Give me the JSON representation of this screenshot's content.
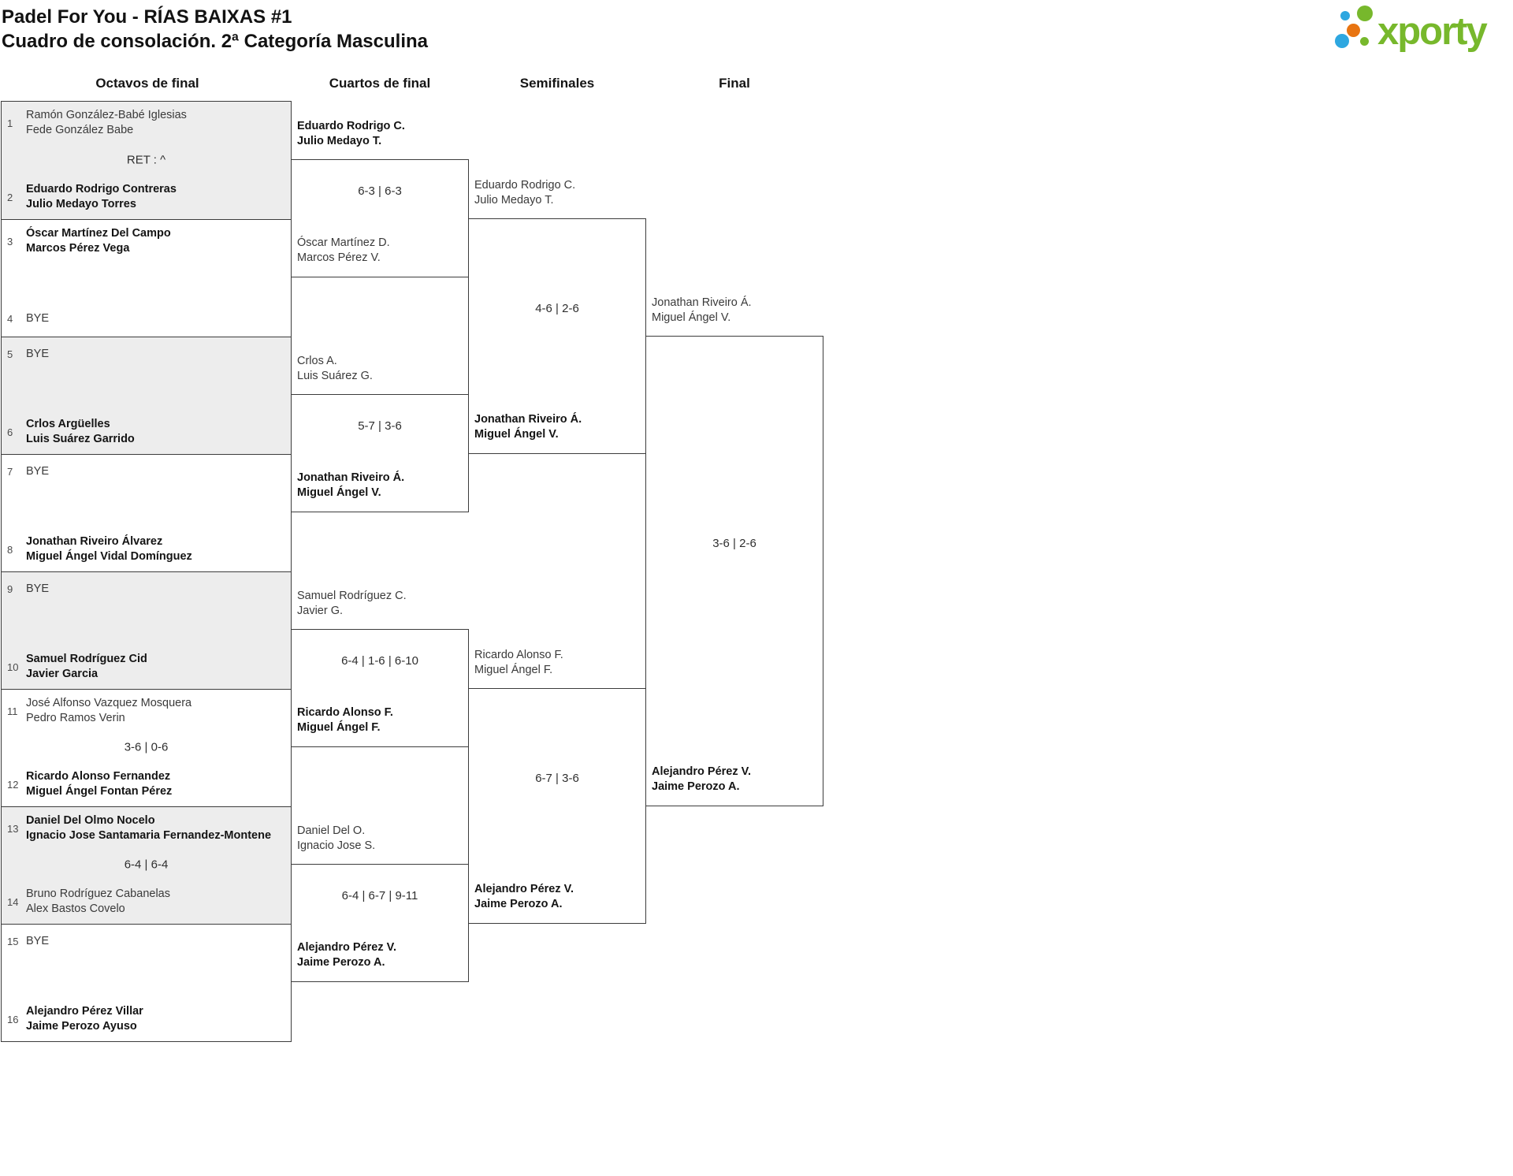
{
  "header": {
    "title_line1": "Padel For You - RÍAS BAIXAS #1",
    "title_line2": "Cuadro de consolación. 2ª Categoría Masculina",
    "logo_text": "xporty"
  },
  "brand_colors": {
    "logo_green": "#77b82c",
    "logo_blue": "#2ea7e0",
    "logo_orange": "#e87411",
    "box_shade": "#ededed",
    "border": "#3c3c3c"
  },
  "logo_icon": "dot-cluster",
  "columns": [
    "Octavos de final",
    "Cuartos de final",
    "Semifinales",
    "Final"
  ],
  "round16": [
    {
      "shaded": true,
      "score": "RET : ^",
      "slots": [
        {
          "seed": "1",
          "winner": false,
          "bye": false,
          "lines": [
            "Ramón González-Babé Iglesias",
            "Fede González Babe"
          ]
        },
        {
          "seed": "2",
          "winner": true,
          "bye": false,
          "lines": [
            "Eduardo Rodrigo Contreras",
            "Julio Medayo Torres"
          ]
        }
      ]
    },
    {
      "shaded": false,
      "score": "",
      "slots": [
        {
          "seed": "3",
          "winner": true,
          "bye": false,
          "lines": [
            "Óscar Martínez Del Campo",
            "Marcos Pérez Vega"
          ]
        },
        {
          "seed": "4",
          "winner": false,
          "bye": true,
          "lines": [
            "BYE"
          ]
        }
      ]
    },
    {
      "shaded": true,
      "score": "",
      "slots": [
        {
          "seed": "5",
          "winner": false,
          "bye": true,
          "lines": [
            "BYE"
          ]
        },
        {
          "seed": "6",
          "winner": true,
          "bye": false,
          "lines": [
            "Crlos Argüelles",
            "Luis Suárez Garrido"
          ]
        }
      ]
    },
    {
      "shaded": false,
      "score": "",
      "slots": [
        {
          "seed": "7",
          "winner": false,
          "bye": true,
          "lines": [
            "BYE"
          ]
        },
        {
          "seed": "8",
          "winner": true,
          "bye": false,
          "lines": [
            "Jonathan Riveiro Álvarez",
            "Miguel Ángel Vidal Domínguez"
          ]
        }
      ]
    },
    {
      "shaded": true,
      "score": "",
      "slots": [
        {
          "seed": "9",
          "winner": false,
          "bye": true,
          "lines": [
            "BYE"
          ]
        },
        {
          "seed": "10",
          "winner": true,
          "bye": false,
          "lines": [
            "Samuel Rodríguez Cid",
            "Javier Garcia"
          ]
        }
      ]
    },
    {
      "shaded": false,
      "score": "3-6 | 0-6",
      "slots": [
        {
          "seed": "11",
          "winner": false,
          "bye": false,
          "lines": [
            "José Alfonso Vazquez Mosquera",
            "Pedro Ramos Verin"
          ]
        },
        {
          "seed": "12",
          "winner": true,
          "bye": false,
          "lines": [
            "Ricardo Alonso Fernandez",
            "Miguel Ángel Fontan Pérez"
          ]
        }
      ]
    },
    {
      "shaded": true,
      "score": "6-4 | 6-4",
      "slots": [
        {
          "seed": "13",
          "winner": true,
          "bye": false,
          "lines": [
            "Daniel Del Olmo Nocelo",
            "Ignacio Jose Santamaria Fernandez-Montene"
          ]
        },
        {
          "seed": "14",
          "winner": false,
          "bye": false,
          "lines": [
            "Bruno Rodríguez Cabanelas",
            "Alex Bastos Covelo"
          ]
        }
      ]
    },
    {
      "shaded": false,
      "score": "",
      "slots": [
        {
          "seed": "15",
          "winner": false,
          "bye": true,
          "lines": [
            "BYE"
          ]
        },
        {
          "seed": "16",
          "winner": true,
          "bye": false,
          "lines": [
            "Alejandro Pérez Villar",
            "Jaime Perozo Ayuso"
          ]
        }
      ]
    }
  ],
  "quarterfinals": [
    {
      "score": "6-3 | 6-3",
      "top": {
        "winner": true,
        "lines": [
          "Eduardo Rodrigo C.",
          "Julio Medayo T."
        ]
      },
      "bottom": {
        "winner": false,
        "lines": [
          "Óscar Martínez D.",
          "Marcos Pérez V."
        ]
      }
    },
    {
      "score": "5-7 | 3-6",
      "top": {
        "winner": false,
        "lines": [
          "Crlos A.",
          "Luis Suárez G."
        ]
      },
      "bottom": {
        "winner": true,
        "lines": [
          "Jonathan Riveiro Á.",
          "Miguel Ángel V."
        ]
      }
    },
    {
      "score": "6-4 | 1-6 | 6-10",
      "top": {
        "winner": false,
        "lines": [
          "Samuel Rodríguez C.",
          "Javier G."
        ]
      },
      "bottom": {
        "winner": true,
        "lines": [
          "Ricardo Alonso F.",
          "Miguel Ángel F."
        ]
      }
    },
    {
      "score": "6-4 | 6-7 | 9-11",
      "top": {
        "winner": false,
        "lines": [
          "Daniel Del O.",
          "Ignacio Jose S."
        ]
      },
      "bottom": {
        "winner": true,
        "lines": [
          "Alejandro Pérez V.",
          "Jaime Perozo A."
        ]
      }
    }
  ],
  "semifinals": [
    {
      "score": "4-6 | 2-6",
      "top": {
        "winner": false,
        "lines": [
          "Eduardo Rodrigo C.",
          "Julio Medayo T."
        ]
      },
      "bottom": {
        "winner": true,
        "lines": [
          "Jonathan Riveiro Á.",
          "Miguel Ángel V."
        ]
      }
    },
    {
      "score": "6-7 | 3-6",
      "top": {
        "winner": false,
        "lines": [
          "Ricardo Alonso F.",
          "Miguel Ángel F."
        ]
      },
      "bottom": {
        "winner": true,
        "lines": [
          "Alejandro Pérez V.",
          "Jaime Perozo A."
        ]
      }
    }
  ],
  "final_round": [
    {
      "score": "3-6 | 2-6",
      "top": {
        "winner": false,
        "lines": [
          "Jonathan Riveiro Á.",
          "Miguel Ángel V."
        ]
      },
      "bottom": {
        "winner": true,
        "lines": [
          "Alejandro Pérez V.",
          "Jaime Perozo A."
        ]
      }
    }
  ]
}
